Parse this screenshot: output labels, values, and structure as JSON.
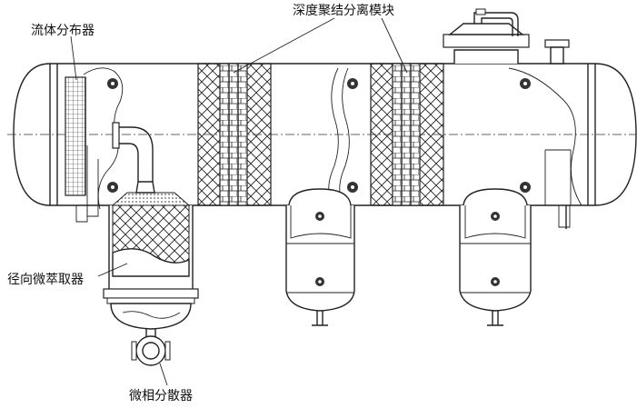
{
  "labels": {
    "distributor": "流体分布器",
    "coalescing_module": "深度聚结分离模块",
    "radial_extractor": "径向微萃取器",
    "micro_disperser": "微相分散器"
  }
}
